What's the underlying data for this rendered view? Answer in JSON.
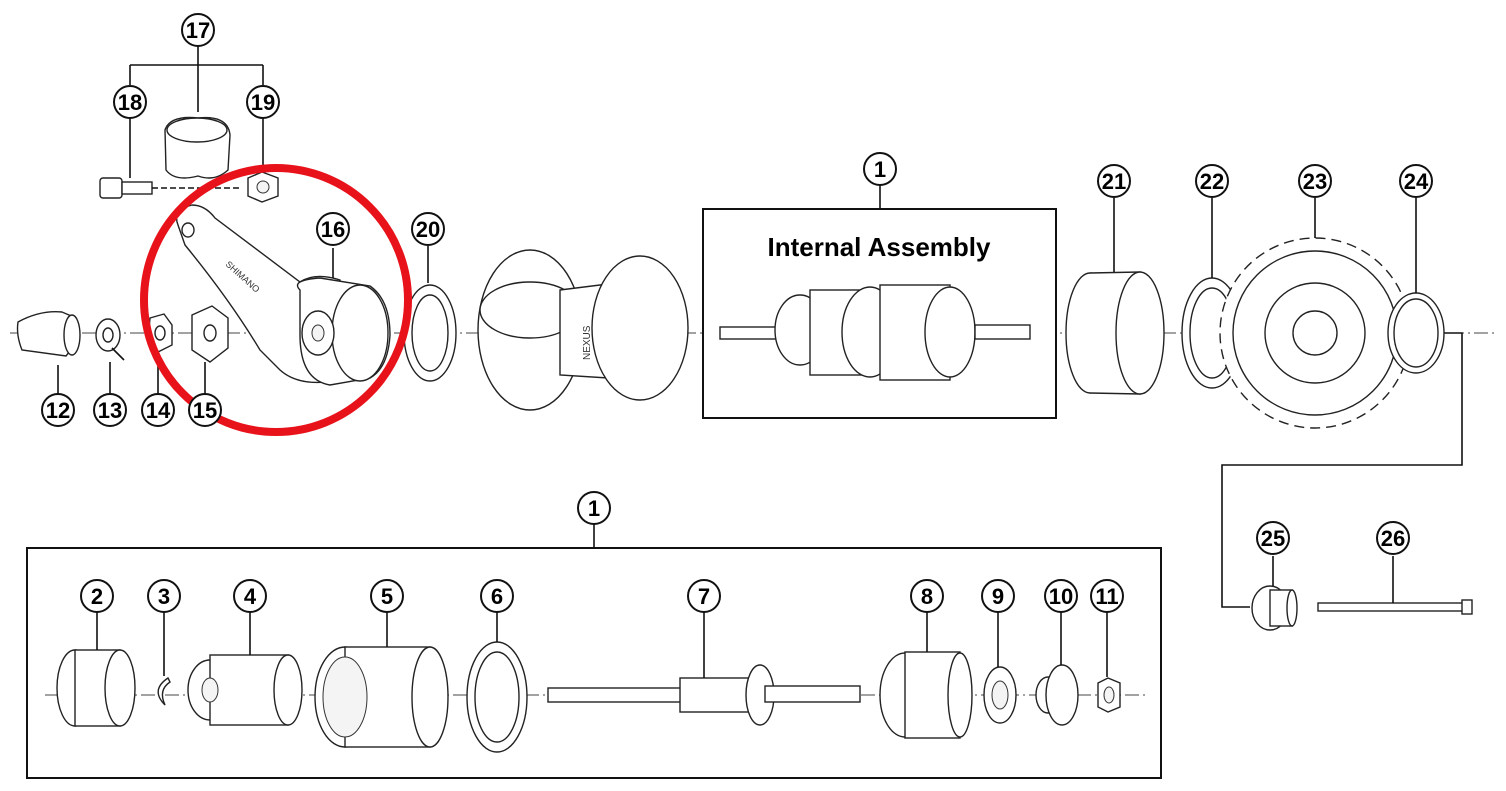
{
  "assembly_box_title": "Internal Assembly",
  "callouts": [
    "1",
    "2",
    "3",
    "4",
    "5",
    "6",
    "7",
    "8",
    "9",
    "10",
    "11",
    "12",
    "13",
    "14",
    "15",
    "16",
    "17",
    "18",
    "19",
    "20",
    "21",
    "22",
    "23",
    "24",
    "25",
    "26"
  ],
  "main_axis_label": "1",
  "detail_box_label": "1",
  "highlight_color": "#e8121b",
  "line_color": "#111111"
}
